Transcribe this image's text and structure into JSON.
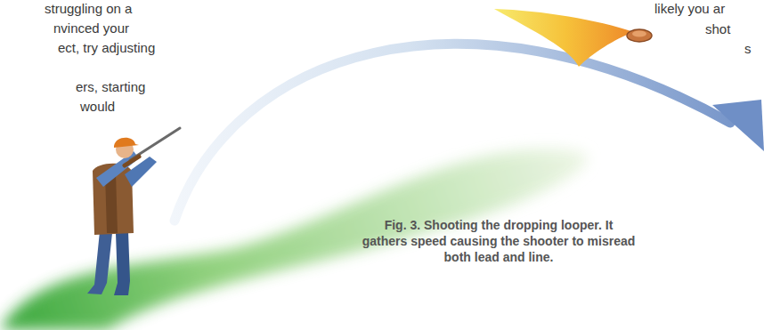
{
  "diagram": {
    "caption": "Fig. 3. Shooting the dropping looper. It gathers speed causing the shooter to misread both lead and line.",
    "labels": [
      "struggling on a",
      "nvinced your",
      "ect, try adjusting",
      "ers, starting",
      "would",
      "likely you ar",
      "shot",
      "s"
    ]
  }
}
